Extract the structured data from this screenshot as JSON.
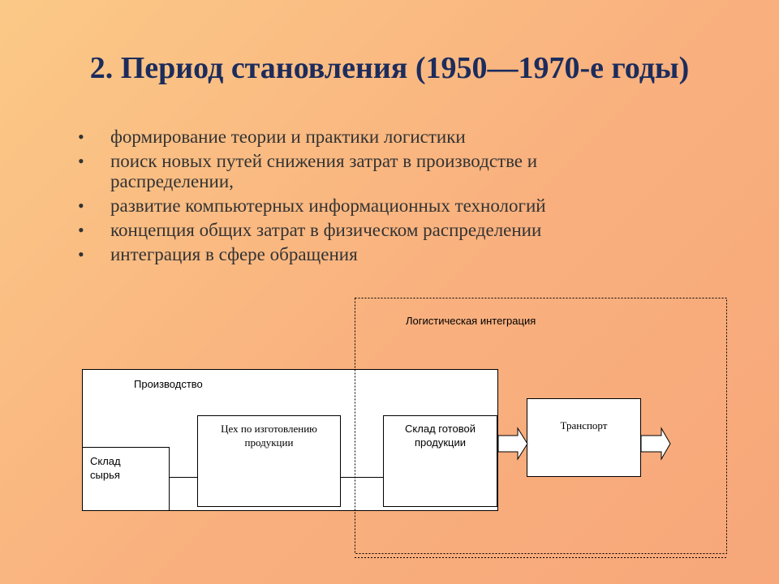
{
  "slide": {
    "title": "2. Период становления (1950—1970-е годы)",
    "bullets": [
      "формирование теории и практики логистики",
      "поиск новых путей снижения затрат в производстве и распределении,",
      "развитие компьютерных информационных технологий",
      "концепция общих затрат в физическом распределении",
      "интеграция в сфере обращения"
    ],
    "bullet_symbol": "•"
  },
  "diagram": {
    "integration_label": "Логистическая интеграция",
    "production_label": "Производство",
    "raw_warehouse_label": "Склад сырья",
    "workshop_label": "Цех по изготовлению продукции",
    "finished_warehouse_label": "Склад готовой продукции",
    "transport_label": "Транспорт"
  },
  "colors": {
    "title": "#1c2c5c",
    "text": "#333333",
    "background_start": "#fbc987",
    "background_end": "#f7a77a"
  }
}
